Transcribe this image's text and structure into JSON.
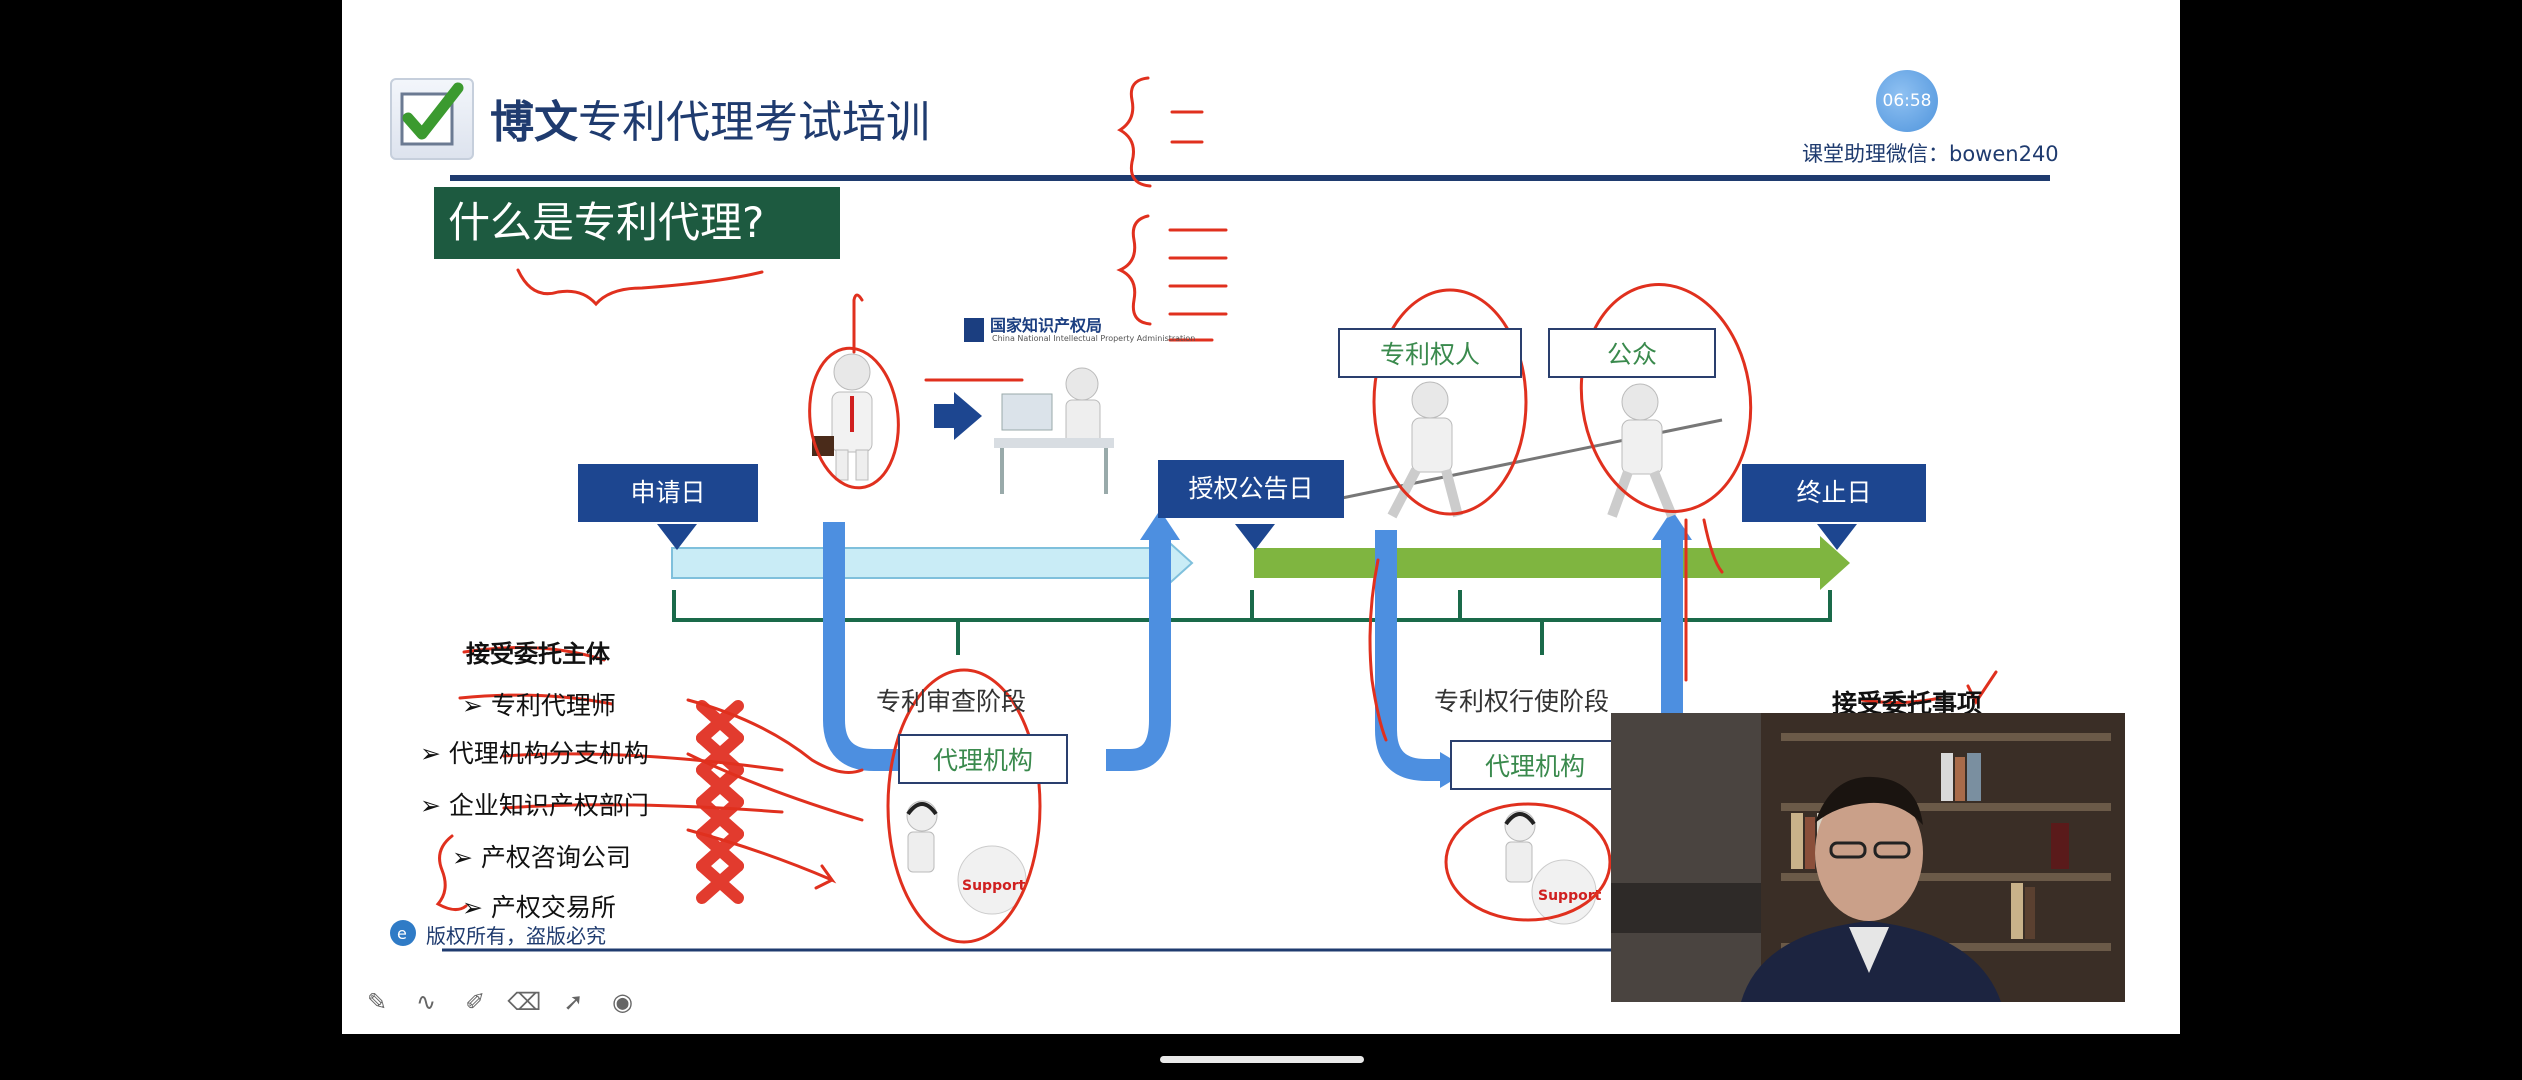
{
  "slide": {
    "brand_bold": "博文",
    "brand_rest": "专利代理考试培训",
    "timer": "06:58",
    "wechat": "课堂助理微信：bowen240",
    "section_title": "什么是专利代理?",
    "cnipa_logo_text": "国家知识产权局",
    "cnipa_logo_subtext": "China National Intellectual Property Administration",
    "timeline": {
      "apply_date": "申请日",
      "grant_date": "授权公告日",
      "end_date": "终止日"
    },
    "roles": {
      "patentee": "专利权人",
      "public": "公众"
    },
    "phases": {
      "examination": "专利审查阶段",
      "enforcement": "专利权行使阶段"
    },
    "agency_box_left": "代理机构",
    "agency_box_right": "代理机构",
    "support_label": "Support",
    "left_list": {
      "heading": "接受委托主体",
      "items": [
        "专利代理师",
        "代理机构分支机构",
        "企业知识产权部门",
        "产权咨询公司",
        "产权交易所"
      ]
    },
    "right_heading": "接受委托事项",
    "copyright": "版权所有，盗版必究"
  },
  "colors": {
    "navy": "#1d4690",
    "title_green": "#1d5a40",
    "ink_red": "#e0301e",
    "cross_red": "#e23b2e",
    "arrow_blue": "#4d8fe0",
    "arrow_green": "#7fb540",
    "arrow_cyan": "#c9ecf6"
  },
  "toolbar": {
    "icons": [
      "pen-icon",
      "curve-icon",
      "marker-icon",
      "eraser-icon",
      "pointer-icon",
      "record-icon"
    ]
  }
}
